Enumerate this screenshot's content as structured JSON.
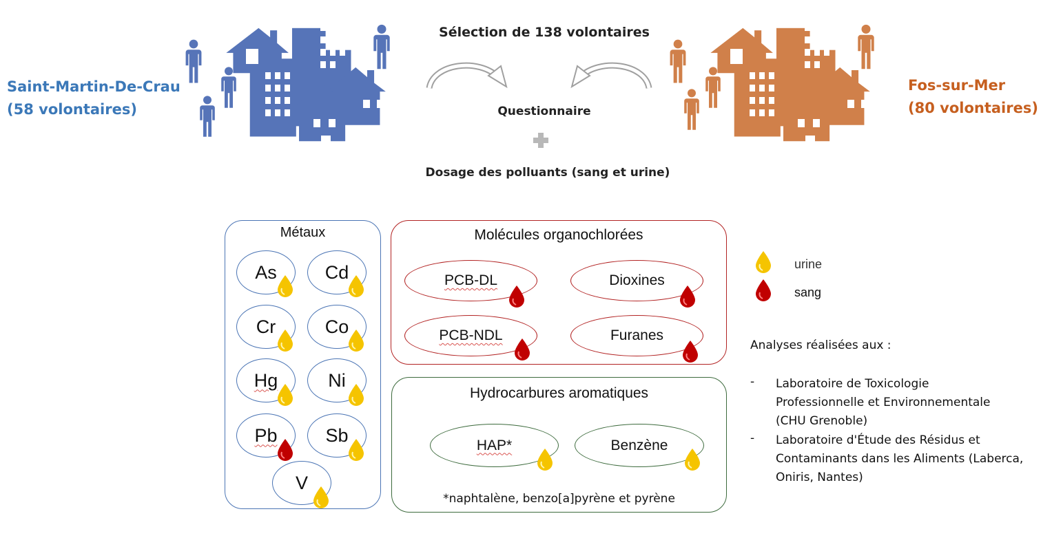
{
  "colors": {
    "blue": "#5674b8",
    "blue_text": "#3b78b8",
    "orange": "#d0804a",
    "orange_text": "#c65f1f",
    "red": "#c00000",
    "yellow": "#f5c400",
    "arrow": "#a0a0a0"
  },
  "left_city": {
    "name": "Saint-Martin-De-Crau",
    "count": "(58 volontaires)",
    "icon": "city-buildings-people"
  },
  "right_city": {
    "name": "Fos-sur-Mer",
    "count": "(80 volontaires)",
    "icon": "city-buildings-people"
  },
  "center": {
    "selection": "Sélection de 138 volontaires",
    "questionnaire": "Questionnaire",
    "dosage": "Dosage des polluants (sang et urine)",
    "plus_icon": "plus-icon"
  },
  "metaux": {
    "title": "Métaux",
    "items": [
      {
        "label": "As",
        "sample": "urine"
      },
      {
        "label": "Cd",
        "sample": "urine"
      },
      {
        "label": "Cr",
        "sample": "urine"
      },
      {
        "label": "Co",
        "sample": "urine"
      },
      {
        "label": "Hg",
        "sample": "urine"
      },
      {
        "label": "Ni",
        "sample": "urine"
      },
      {
        "label": "Pb",
        "sample": "sang"
      },
      {
        "label": "Sb",
        "sample": "urine"
      },
      {
        "label": "V",
        "sample": "urine"
      }
    ]
  },
  "organochlorees": {
    "title": "Molécules organochlorées",
    "items": [
      {
        "label": "PCB-DL",
        "sample": "sang"
      },
      {
        "label": "Dioxines",
        "sample": "sang"
      },
      {
        "label": "PCB-NDL",
        "sample": "sang"
      },
      {
        "label": "Furanes",
        "sample": "sang"
      }
    ]
  },
  "hydrocarbures": {
    "title": "Hydrocarbures aromatiques",
    "items": [
      {
        "label": "HAP*",
        "sample": "urine"
      },
      {
        "label": "Benzène",
        "sample": "urine"
      }
    ],
    "footnote": "*naphtalène, benzo[a]pyrène et pyrène"
  },
  "legend": {
    "urine": "urine",
    "sang": "sang"
  },
  "analyses": {
    "title": "Analyses réalisées aux :",
    "labs": [
      {
        "bullet": "-",
        "lines": [
          "Laboratoire de Toxicologie",
          "Professionnelle et Environnementale",
          "(CHU Grenoble)"
        ]
      },
      {
        "bullet": "-",
        "lines": [
          "Laboratoire d'Étude des Résidus et",
          "Contaminants dans les Aliments (Laberca,",
          "Oniris, Nantes)"
        ]
      }
    ]
  }
}
